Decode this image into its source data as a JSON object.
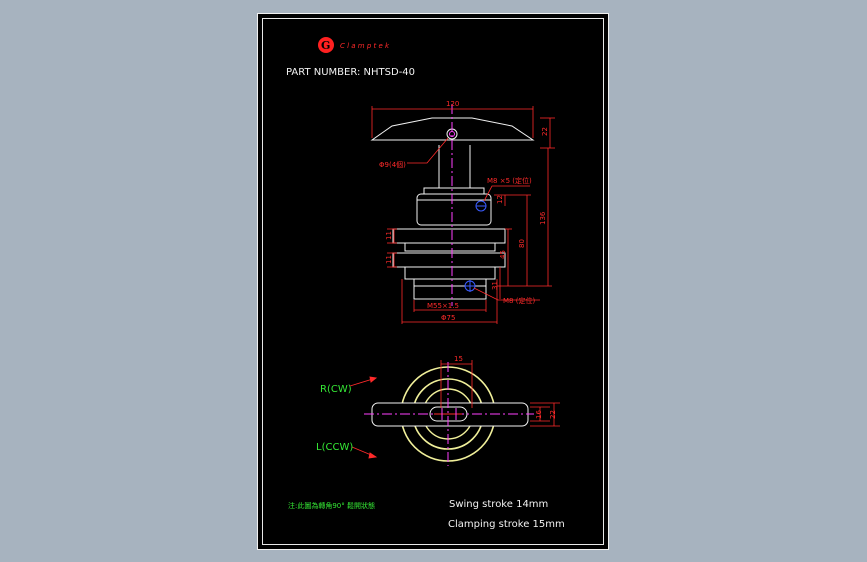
{
  "titleblock": {
    "logo_letter": "G",
    "logo_text": "C l a m p t e k",
    "part_number": "PART NUMBER:  NHTSD-40"
  },
  "dimensions": {
    "top_width": "120",
    "handle_height": "22",
    "pin_hole": "Φ9(4個)",
    "thread_m": "M8 ×5 (定位)",
    "d12": "12",
    "d136": "136",
    "d80": "80",
    "d45": "45",
    "d11a": "11",
    "d11b": "11",
    "d31": "31",
    "thread_body": "M55×1.5",
    "diameter_body": "Φ75",
    "thread_side": "M8 (定位)",
    "plan_width": "15",
    "plan_h16": "16",
    "plan_h22": "22"
  },
  "directions": {
    "r": "R(CW)",
    "l": "L(CCW)"
  },
  "notes": {
    "chinese_note": "注:此圖為轉角90° 鬆開狀態",
    "swing": "Swing stroke 14mm",
    "clamping": "Clamping stroke 15mm"
  },
  "colors": {
    "outline": "#f2f2f2",
    "dimension": "#ff2a2a",
    "centerline": "#ff40ff",
    "hidden": "#3a5cff",
    "text_green": "#35e835",
    "part_fill": "#f0ef9a"
  }
}
